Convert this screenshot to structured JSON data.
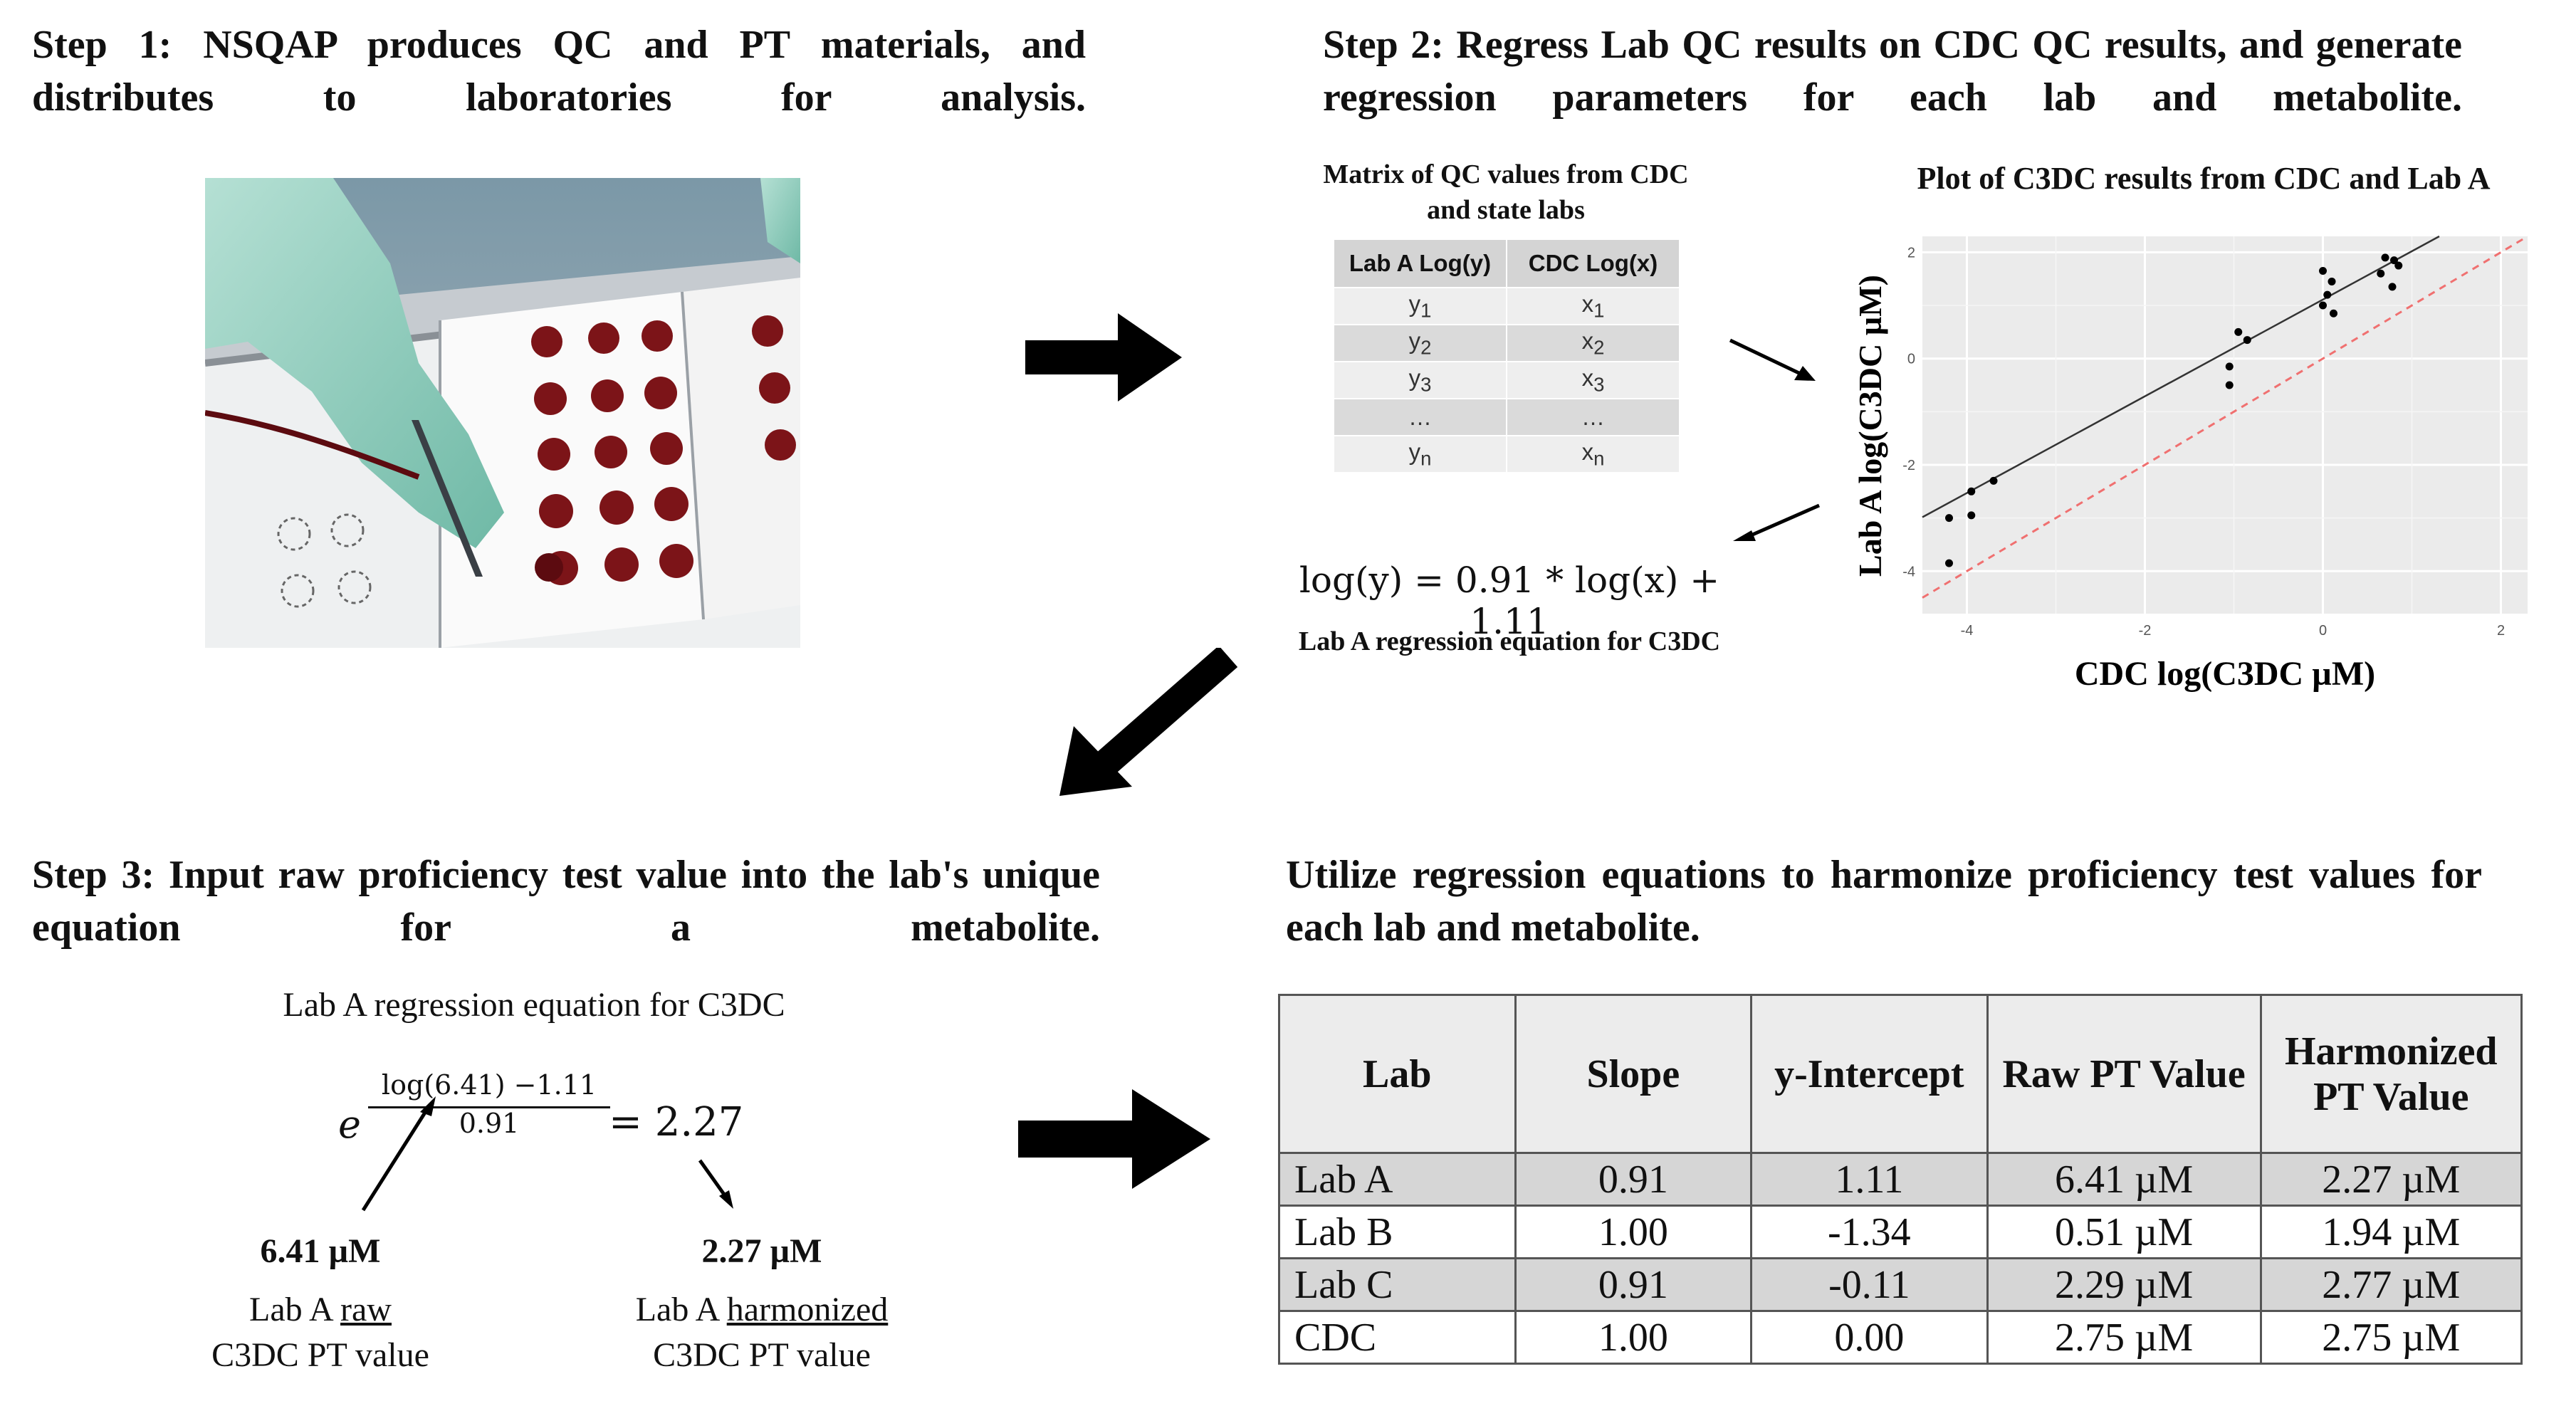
{
  "step1": {
    "title": "Step 1: NSQAP produces QC and PT materials, and distributes to laboratories for analysis."
  },
  "step2": {
    "title": "Step 2: Regress Lab QC results on CDC QC results, and generate regression parameters for each lab and metabolite.",
    "matrix_title": "Matrix of QC values from CDC and state labs",
    "matrix_headers": [
      "Lab A Log(y)",
      "CDC Log(x)"
    ],
    "matrix_rows": [
      [
        "y1",
        "x1"
      ],
      [
        "y2",
        "x2"
      ],
      [
        "y3",
        "x3"
      ],
      [
        "…",
        "…"
      ],
      [
        "yn",
        "xn"
      ]
    ],
    "equation": "log(y) = 0.91 * log(x) + 1.11",
    "equation_caption": "Lab A regression equation for C3DC",
    "plot_title": "Plot of C3DC results from CDC and Lab A"
  },
  "chart_data": {
    "type": "scatter",
    "title": "Plot of C3DC results from CDC and Lab A",
    "xlabel": "CDC log(C3DC µM)",
    "ylabel": "Lab A log(C3DC µM)",
    "xlim": [
      -4.5,
      2.3
    ],
    "ylim": [
      -4.8,
      2.3
    ],
    "xticks": [
      -4,
      -2,
      0,
      2
    ],
    "yticks": [
      -4,
      -2,
      0,
      2
    ],
    "grid": true,
    "points": [
      {
        "x": -4.2,
        "y": -3.0
      },
      {
        "x": -4.2,
        "y": -3.85
      },
      {
        "x": -3.95,
        "y": -2.5
      },
      {
        "x": -3.95,
        "y": -2.95
      },
      {
        "x": -3.7,
        "y": -2.3
      },
      {
        "x": -1.05,
        "y": -0.15
      },
      {
        "x": -1.05,
        "y": -0.5
      },
      {
        "x": -0.95,
        "y": 0.5
      },
      {
        "x": -0.85,
        "y": 0.35
      },
      {
        "x": 0.0,
        "y": 1.0
      },
      {
        "x": 0.0,
        "y": 1.65
      },
      {
        "x": 0.05,
        "y": 1.2
      },
      {
        "x": 0.1,
        "y": 1.45
      },
      {
        "x": 0.12,
        "y": 0.85
      },
      {
        "x": 0.65,
        "y": 1.6
      },
      {
        "x": 0.7,
        "y": 1.9
      },
      {
        "x": 0.8,
        "y": 1.85
      },
      {
        "x": 0.78,
        "y": 1.35
      },
      {
        "x": 0.85,
        "y": 1.75
      }
    ],
    "fit_line": {
      "slope": 0.91,
      "intercept": 1.11
    },
    "identity_line": {
      "slope": 1,
      "intercept": 0
    }
  },
  "step3": {
    "title": "Step 3: Input raw proficiency test value into the lab's unique equation for a metabolite.",
    "eq_caption": "Lab A regression equation for C3DC",
    "exp_base": "e",
    "exp_numerator": "log(6.41) −1.11",
    "exp_denominator": "0.91",
    "exp_result": "= 2.27",
    "raw_value": "6.41 µM",
    "raw_label_1": "Lab A ",
    "raw_label_u": "raw",
    "raw_label_2": "C3DC PT value",
    "harm_value": "2.27 µM",
    "harm_label_1": "Lab A ",
    "harm_label_u": "harmonized",
    "harm_label_2": "C3DC PT value"
  },
  "step4": {
    "title": "Utilize regression equations to harmonize proficiency test values for each lab and metabolite.",
    "headers": [
      "Lab",
      "Slope",
      "y-Intercept",
      "Raw PT Value",
      "Harmonized PT Value"
    ],
    "rows": [
      [
        "Lab A",
        "0.91",
        "1.11",
        "6.41 µM",
        "2.27 µM"
      ],
      [
        "Lab B",
        "1.00",
        "-1.34",
        "0.51 µM",
        "1.94 µM"
      ],
      [
        "Lab C",
        "0.91",
        "-0.11",
        "2.29 µM",
        "2.77 µM"
      ],
      [
        "CDC",
        "1.00",
        "0.00",
        "2.75 µM",
        "2.75 µM"
      ]
    ]
  }
}
